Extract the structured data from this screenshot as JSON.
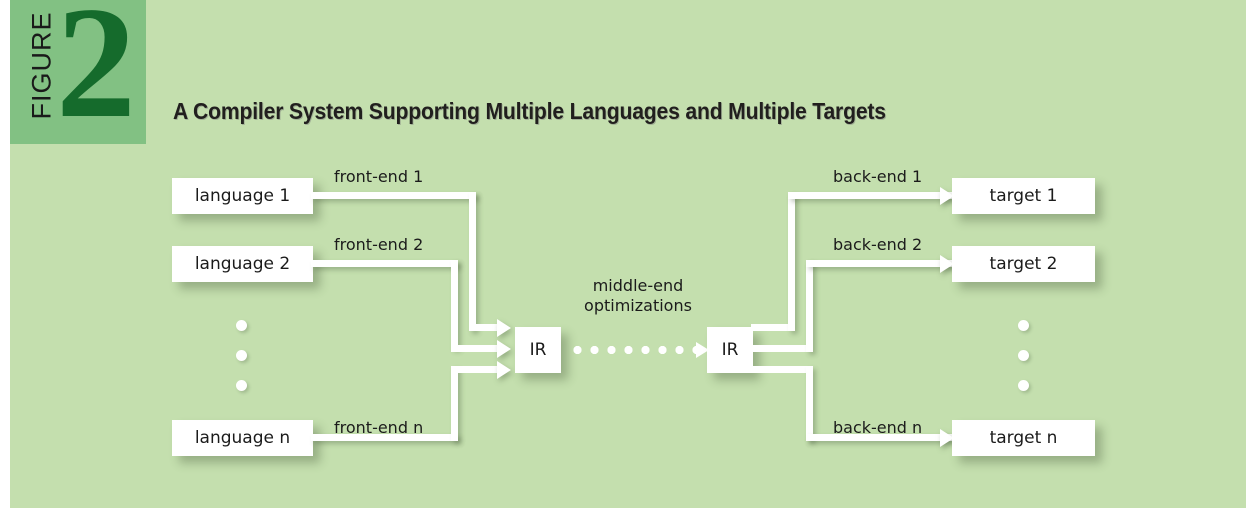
{
  "figure": {
    "badge_word": "FIGURE",
    "badge_number": "2",
    "title": "A Compiler System Supporting Multiple Languages and Multiple Targets",
    "colors": {
      "panel_green": "#c4dfae",
      "badge_green": "#82c183",
      "number_green": "#156b2c",
      "node_fill": "#ffffff",
      "text": "#1b1b1b"
    }
  },
  "diagram": {
    "type": "flow",
    "sources": [
      {
        "label": "language 1"
      },
      {
        "label": "language 2"
      },
      {
        "label": "language n"
      }
    ],
    "source_ellipsis": "⋮",
    "front_ends": [
      {
        "label": "front-end 1"
      },
      {
        "label": "front-end 2"
      },
      {
        "label": "front-end n"
      }
    ],
    "ir_in": {
      "label": "IR"
    },
    "ir_out": {
      "label": "IR"
    },
    "middle": {
      "line1": "middle-end",
      "line2": "optimizations"
    },
    "back_ends": [
      {
        "label": "back-end 1"
      },
      {
        "label": "back-end 2"
      },
      {
        "label": "back-end n"
      }
    ],
    "targets": [
      {
        "label": "target 1"
      },
      {
        "label": "target 2"
      },
      {
        "label": "target n"
      }
    ],
    "target_ellipsis": "⋮"
  }
}
